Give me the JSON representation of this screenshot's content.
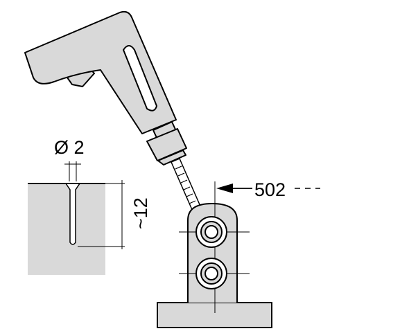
{
  "labels": {
    "diameter": "Ø 2",
    "depth": "~12",
    "part_number": "502"
  },
  "colors": {
    "fill": "#d9d9d9",
    "stroke": "#000000",
    "background": "#ffffff"
  },
  "icons": [
    "drill-icon",
    "drill-bit-icon",
    "bracket-icon",
    "hole-section-icon",
    "arrow-icon"
  ]
}
